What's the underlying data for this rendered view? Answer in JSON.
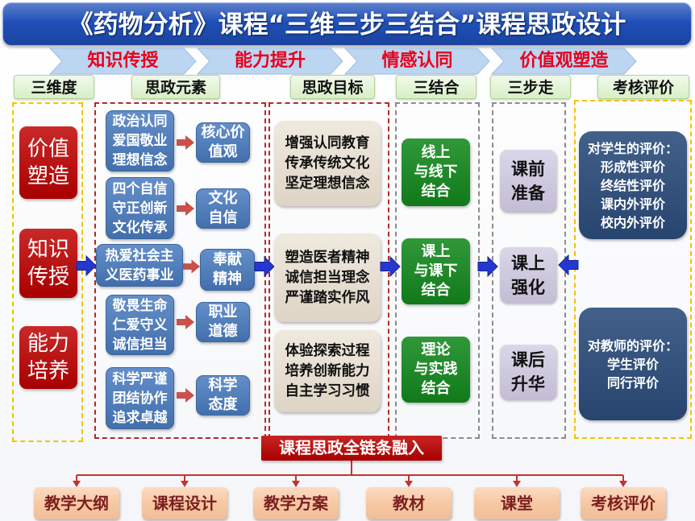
{
  "title": "《药物分析》课程“三维三步三结合”课程思政设计",
  "stages": [
    "知识传授",
    "能力提升",
    "情感认同",
    "价值观塑造"
  ],
  "headers": {
    "dimensions": "三维度",
    "elements": "思政元素",
    "goals": "思政目标",
    "combinations": "三结合",
    "steps": "三步走",
    "evaluation": "考核评价"
  },
  "dimensions": [
    "价值\n塑造",
    "知识\n传授",
    "能力\n培养"
  ],
  "elements": [
    {
      "source": "政治认同\n爱国敬业\n理想信念",
      "target": "核心价\n值观"
    },
    {
      "source": "四个自信\n守正创新\n文化传承",
      "target": "文化\n自信"
    },
    {
      "source": "热爱社会主\n义医药事业",
      "target": "奉献\n精神"
    },
    {
      "source": "敬畏生命\n仁爱守义\n诚信担当",
      "target": "职业\n道德"
    },
    {
      "source": "科学严谨\n团结协作\n追求卓越",
      "target": "科学\n态度"
    }
  ],
  "goals": [
    "增强认同教育\n传承传统文化\n坚定理想信念",
    "塑造医者精神\n诚信担当理念\n严谨踏实作风",
    "体验探索过程\n培养创新能力\n自主学习习惯"
  ],
  "combinations": [
    "线上\n与线下\n结合",
    "课上\n与课下\n结合",
    "理论\n与实践\n结合"
  ],
  "steps": [
    "课前\n准备",
    "课上\n强化",
    "课后\n升华"
  ],
  "evaluation": [
    {
      "heading": "对学生的评价：",
      "items": [
        "形成性评价",
        "终结性评价",
        "课内外评价",
        "校内外评价"
      ]
    },
    {
      "heading": "对教师的评价：",
      "items": [
        "学生评价",
        "同行评价"
      ]
    }
  ],
  "integration": {
    "label": "课程思政全链条融入",
    "targets": [
      "教学大纲",
      "课程设计",
      "教学方案",
      "教材",
      "课堂",
      "考核评价"
    ]
  },
  "colors": {
    "title-bg": "#1f4fb8",
    "chevron": "#bcd5f1",
    "stage-text": "#e8001c",
    "header-bg": "#d8efc6",
    "dimension-bg": "#c00000",
    "element-bg": "#4a7cc0",
    "element-arrow": "#c9504b",
    "goal-bg": "#e7ddcd",
    "combination-bg": "#138a1e",
    "step-bg": "#cbc4de",
    "evaluation-bg": "#2c4e7d",
    "flow-arrow": "#2438d0",
    "integration-bg": "#c00000",
    "target-bg": "#f8c8a2",
    "target-text": "#7a1f1f"
  }
}
